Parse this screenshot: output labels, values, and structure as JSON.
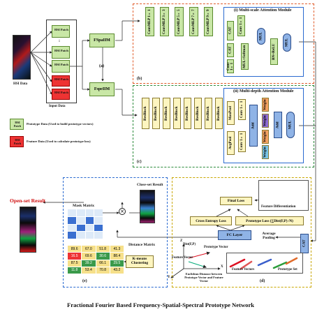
{
  "input": {
    "hsi_data": "HSI Data",
    "patch_labels": [
      "HSI Patch",
      "HSI Patch",
      "HSI Patch",
      "HSI Patch",
      "HSI Patch"
    ],
    "dots": ":",
    "input_data": "Input Data",
    "legend_proto": "Prototype Data (Used to build prototype vectors)",
    "legend_feature": "Feature Data (Used to calculate prototype loss)",
    "legend_patch": "HSI Patch"
  },
  "branches": {
    "fspa": "FSpaIIM",
    "fspe": "FspeIIM",
    "label_a": "(a)",
    "label_b": "(b)",
    "label_c": "(c)",
    "label_d": "(d)",
    "label_e": "(e)"
  },
  "multiscale": {
    "title": "(i) Multi-scale Attention Module",
    "convmlps": [
      "ConvMLP 1×1",
      "ConvMLP 3×3",
      "ConvMLP 5×5",
      "ConvMLP 7×7",
      "ConvMLP 9×9"
    ],
    "cat": "CAT",
    "conv1": "Conv 1×1",
    "cat2": "CAT",
    "conv2": "Conv 1×1",
    "mul": "MUL",
    "mul_softmax": "MUL+Softmax",
    "bn_relu": "BN+ReLU",
    "mul2": "MUL"
  },
  "multidepth": {
    "title": "(ii) Multi-depth Attention Module",
    "resblocks": [
      "ResBlock",
      "ResBlock",
      "ResBlock",
      "ResBlock",
      "ResBlock",
      "ResBlock",
      "ResBlock",
      "ResBlock"
    ],
    "maxpool": "MaxPool",
    "avgpool": "AvgPool",
    "conv_a": "Conv 1×1",
    "conv_b": "Conv 1×1",
    "add": "Add",
    "weights": [
      "Weight",
      "Weight",
      "Weight",
      "Weight"
    ],
    "add2": "Add",
    "mul": "MUL"
  },
  "loss": {
    "feature_diff": "Feature Differentiation",
    "final_loss": "Final Loss",
    "ce_loss": "Cross Entropy Loss",
    "proto_loss": "Prototype Loss (∑Dist(F,P) /N)",
    "fc_layer": "FC Layer",
    "avg_pooling": "Average Pooling",
    "cat": "CAT",
    "dist_label": "Dist(F,P)",
    "prototype_vector": "Prototype Vector",
    "feature_vector": "Feature Vector",
    "x": "X",
    "y": "Y",
    "z": "Z",
    "euclid": "Euclidean Distance between Prototype Vector and Feature Vector",
    "feature_vectors": "Feature Vectors",
    "prototype_set": "Prototype Set"
  },
  "result": {
    "open_set": "Open-set Result",
    "close_set": "Close-set Result",
    "mask_matrix": "Mask Matrix",
    "distance_matrix": "Distance Matrix",
    "kmeans": "K-means Clustering",
    "multiply": "×",
    "dist_rows": [
      [
        "89.6",
        "67.0",
        "51.8",
        "41.3"
      ],
      [
        "16.5",
        "69.6",
        "30.6",
        "88.4"
      ],
      [
        "87.5",
        "39.2",
        "66.1",
        "29.5"
      ],
      [
        "11.8",
        "53.4",
        "70.8",
        "43.2"
      ]
    ]
  },
  "caption": "Fractional Fourier Based Frequency-Spatial-Spectral Prototype Network"
}
